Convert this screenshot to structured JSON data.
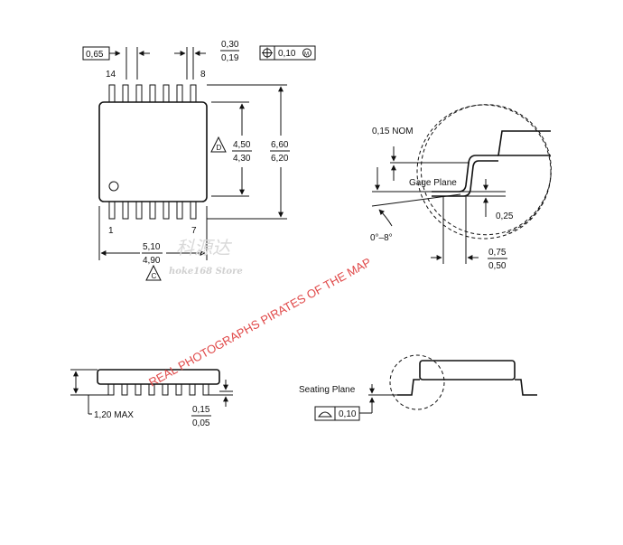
{
  "top_view": {
    "lead_pitch": "0,65",
    "lead_width_max": "0,30",
    "lead_width_min": "0,19",
    "position_tolerance": "0,10",
    "pin14": "14",
    "pin8": "8",
    "pin1": "1",
    "pin7": "7",
    "body_width_max": "4,50",
    "body_width_min": "4,30",
    "overall_width_max": "6,60",
    "overall_width_min": "6,20",
    "body_length_max": "5,10",
    "body_length_min": "4,90",
    "note_d": "D",
    "note_c": "C"
  },
  "detail_view": {
    "nom_label": "0,15 NOM",
    "gage_plane": "Gage Plane",
    "gage_dim": "0,25",
    "angle": "0°–8°",
    "foot_max": "0,75",
    "foot_min": "0,50"
  },
  "side_view": {
    "height_max": "1,20 MAX",
    "standoff_max": "0,15",
    "standoff_min": "0,05",
    "seating_plane": "Seating Plane",
    "coplanarity": "0,10"
  },
  "watermarks": {
    "store_cn": "科源达",
    "store_en": "hoke168 Store",
    "overlay": "REAL PHOTOGRAPHS PIRATES OF THE MAP"
  }
}
